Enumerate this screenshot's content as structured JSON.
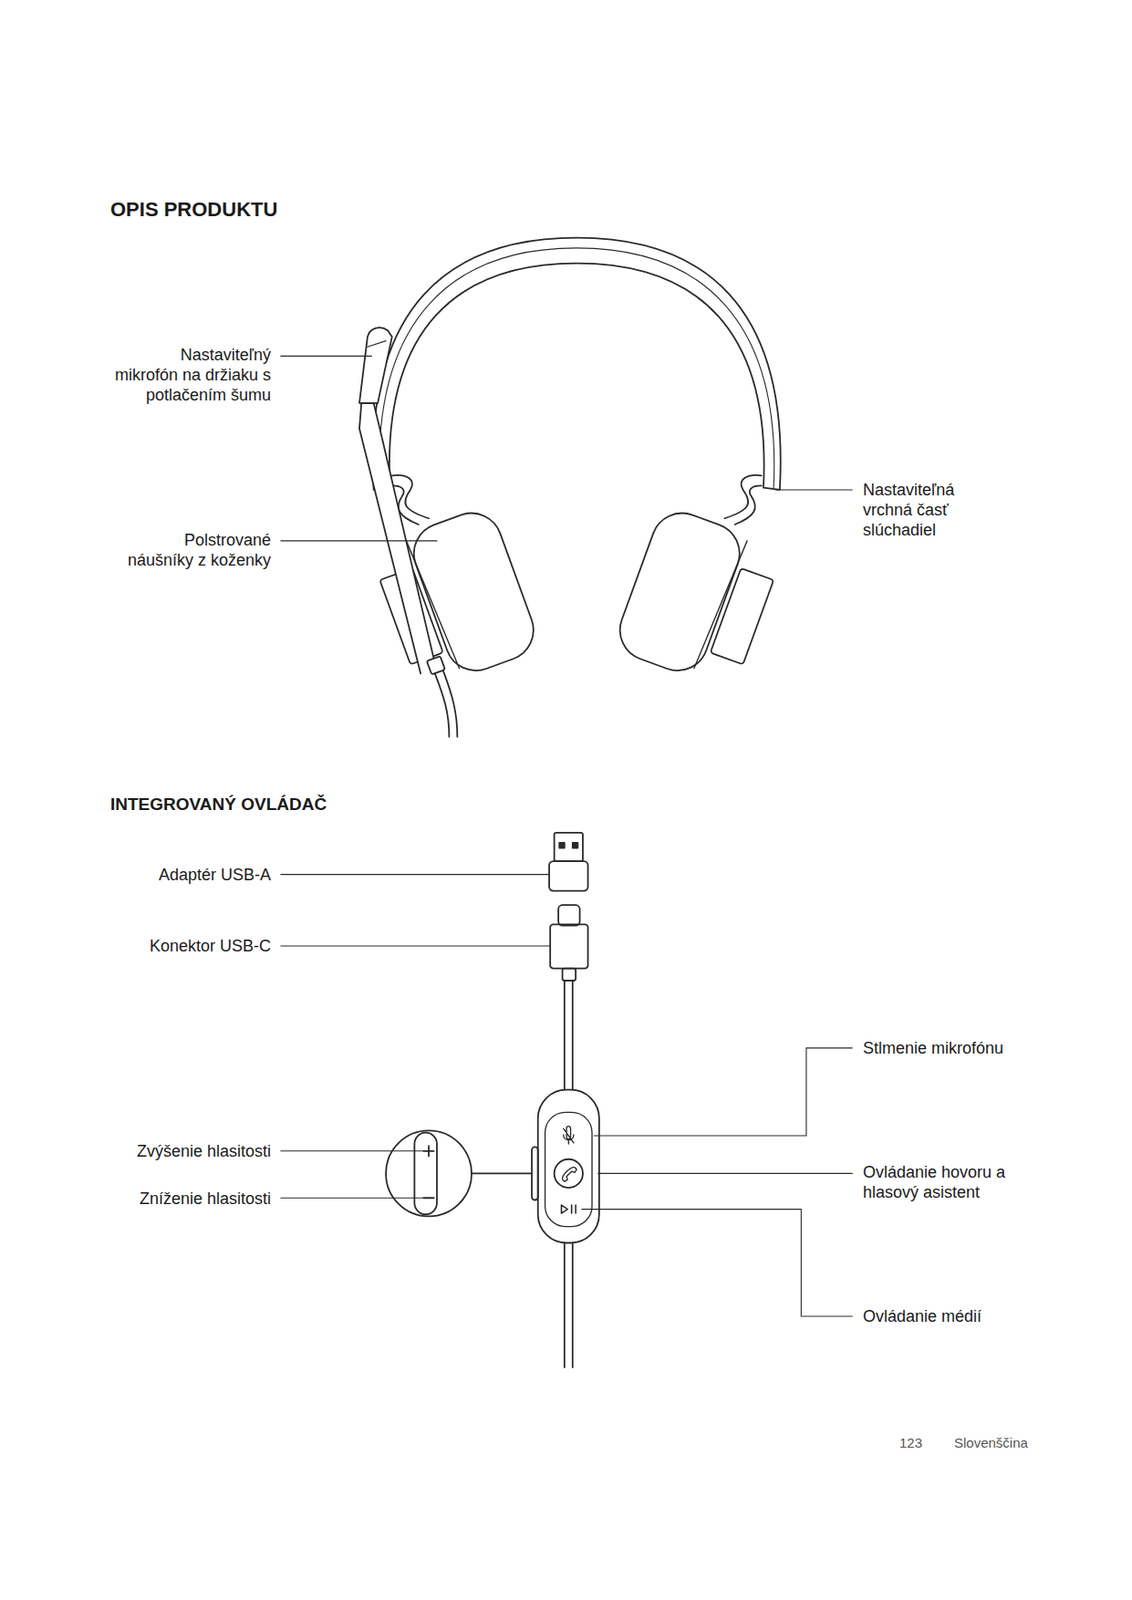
{
  "diagram": {
    "title": "OPIS PRODUKTU",
    "labels": [
      "Nastaviteľný mikrofón na držiaku s potlačením šumu",
      "Polstrované náušníky z koženky",
      "Nastaviteľná vrchná časť slúchadiel",
      "INTEGROVANÝ OVLÁDAČ",
      "Adaptér USB-A",
      "Konektor USB-C",
      "Stlmenie mikrofónu",
      "Zvýšenie hlasitosti",
      "Zníženie hlasitosti",
      "Ovládanie hovoru a hlasový asistent",
      "Ovládanie médií",
      "123",
      "Slovenščina"
    ]
  }
}
